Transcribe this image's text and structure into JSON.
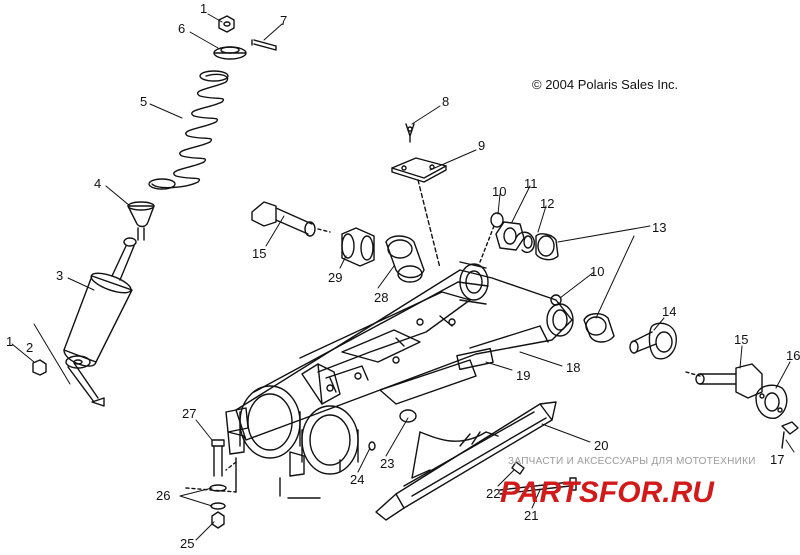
{
  "diagram": {
    "copyright": "© 2004 Polaris Sales Inc.",
    "callouts": [
      "1",
      "2",
      "3",
      "4",
      "5",
      "6",
      "7",
      "8",
      "9",
      "10",
      "11",
      "12",
      "13",
      "14",
      "15",
      "16",
      "17",
      "18",
      "19",
      "20",
      "21",
      "22",
      "23",
      "24",
      "25",
      "26",
      "27",
      "28",
      "29",
      "15",
      "1",
      "10"
    ],
    "watermark": {
      "text": "ЗАПЧАСТИ И АКСЕССУАРЫ ДЛЯ МОТОТЕХНИКИ",
      "logo": "PARTSFOR.RU",
      "color": "#d21a1a"
    }
  }
}
